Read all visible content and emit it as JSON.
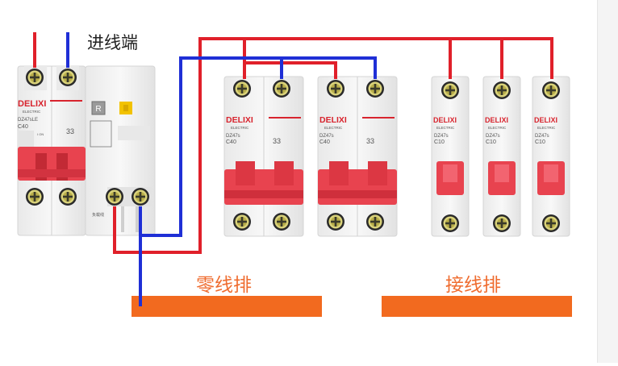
{
  "labels": {
    "incoming": "进线端",
    "neutral_bar": "零线排",
    "ground_bar": "接线排"
  },
  "breakers": {
    "main": {
      "brand": "DELIXI",
      "sub": "ELECTRIC",
      "model": "DZ47sLE",
      "rating": "C40",
      "test_button": "R",
      "load_side": "负载线"
    },
    "two_pole": [
      {
        "brand": "DELIXI",
        "sub": "ELECTRIC",
        "model": "DZ47s",
        "rating": "C40"
      },
      {
        "brand": "DELIXI",
        "sub": "ELECTRIC",
        "model": "DZ47s",
        "rating": "C40"
      }
    ],
    "single_pole": [
      {
        "brand": "DELIXI",
        "sub": "ELECTRIC",
        "model": "DZ47s",
        "rating": "C10"
      },
      {
        "brand": "DELIXI",
        "sub": "ELECTRIC",
        "model": "DZ47s",
        "rating": "C10"
      },
      {
        "brand": "DELIXI",
        "sub": "ELECTRIC",
        "model": "DZ47s",
        "rating": "C10"
      }
    ]
  },
  "colors": {
    "live_wire": "#e0202a",
    "neutral_wire": "#1f2fd6",
    "bar": "#f26a1f",
    "label": "#ef6c2f",
    "handle": "#e8434f",
    "brand": "#d8242e"
  }
}
